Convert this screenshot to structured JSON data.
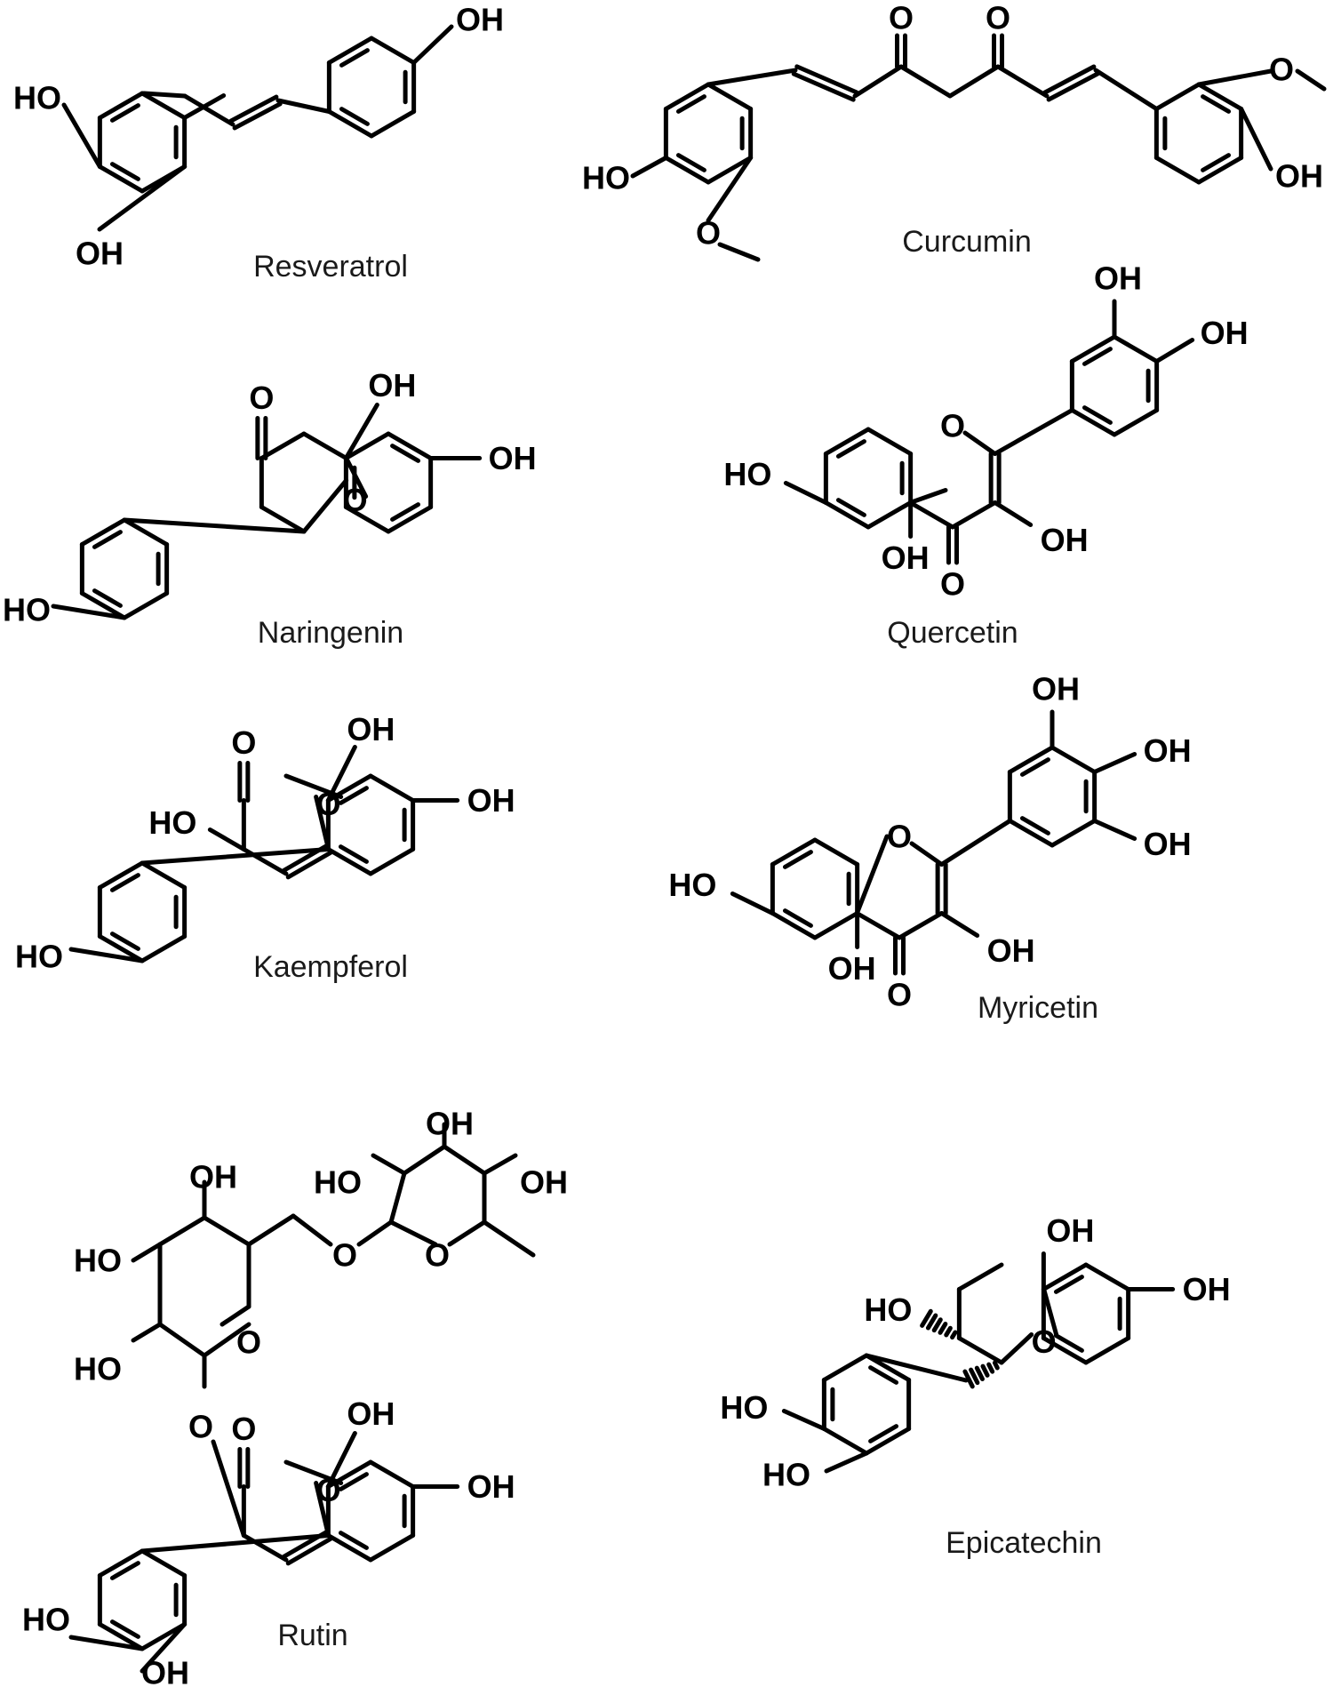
{
  "figure": {
    "background": "#ffffff",
    "ink": "#000000"
  },
  "labels": {
    "oh": "OH",
    "ho": "HO",
    "o": "O"
  },
  "molecules": [
    {
      "id": "resveratrol",
      "name": "Resveratrol"
    },
    {
      "id": "curcumin",
      "name": "Curcumin"
    },
    {
      "id": "naringenin",
      "name": "Naringenin"
    },
    {
      "id": "quercetin",
      "name": "Quercetin"
    },
    {
      "id": "kaempferol",
      "name": "Kaempferol"
    },
    {
      "id": "myricetin",
      "name": "Myricetin"
    },
    {
      "id": "rutin",
      "name": "Rutin"
    },
    {
      "id": "epicatechin",
      "name": "Epicatechin"
    }
  ]
}
